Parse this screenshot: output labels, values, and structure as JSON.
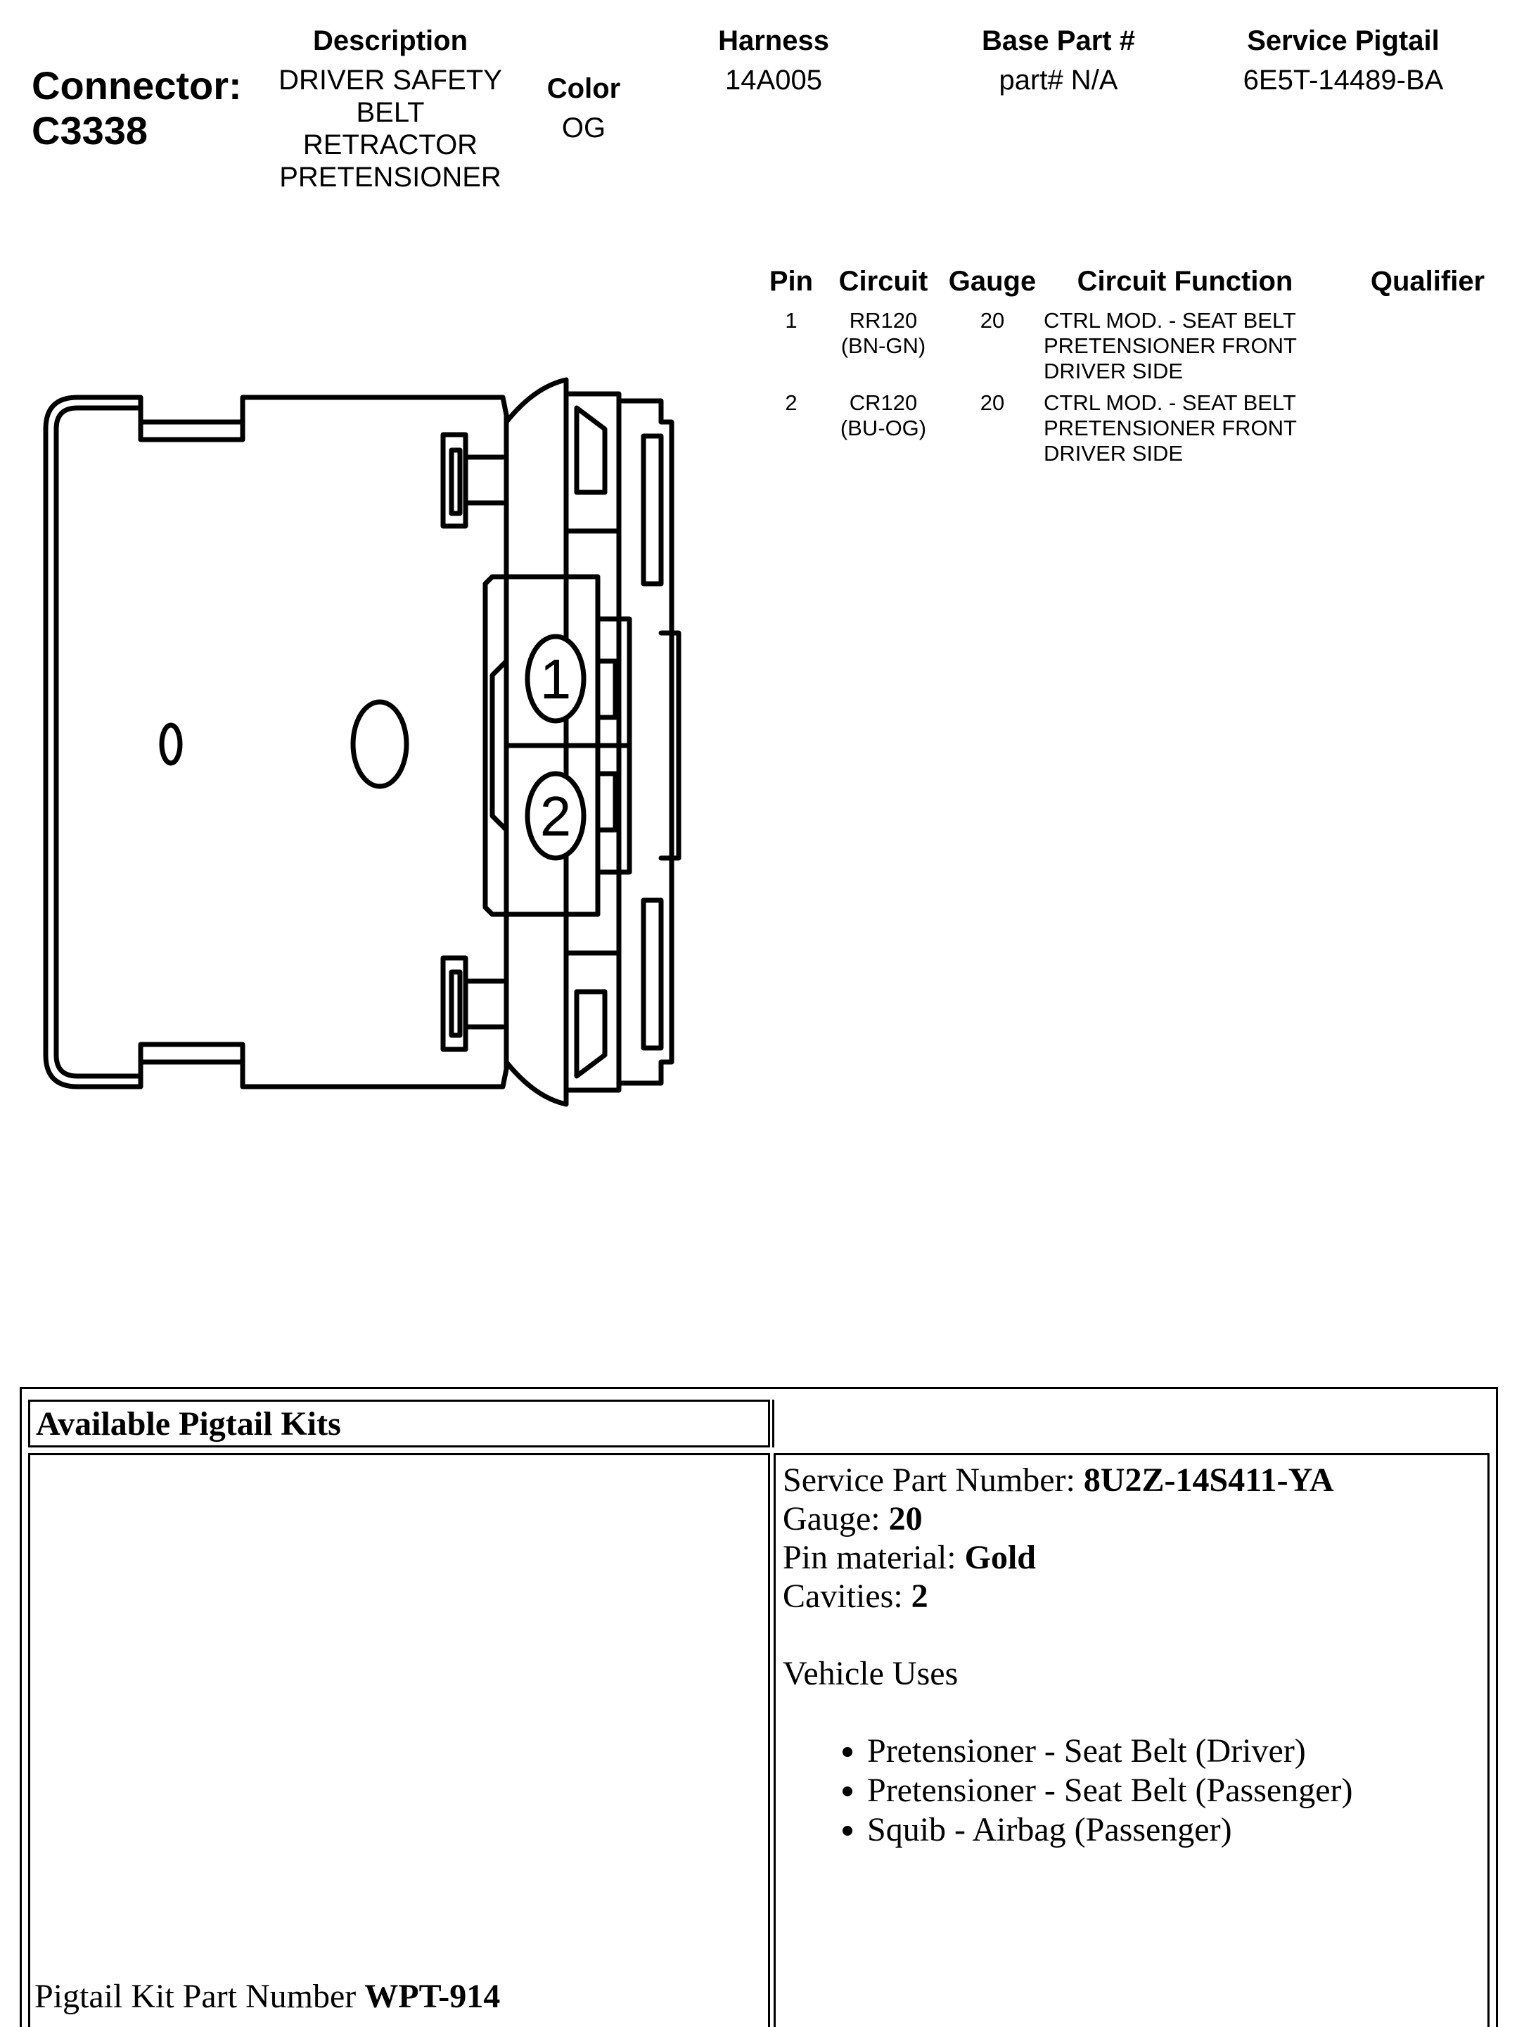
{
  "header": {
    "connector_label": "Connector:",
    "connector_id": "C3338",
    "description_heading": "Description",
    "description_lines": [
      "DRIVER SAFETY",
      "BELT",
      "RETRACTOR",
      "PRETENSIONER"
    ],
    "color_heading": "Color",
    "color_value": "OG",
    "harness_heading": "Harness",
    "harness_value": "14A005",
    "base_part_heading": "Base Part #",
    "base_part_value": "part# N/A",
    "service_pigtail_heading": "Service Pigtail",
    "service_pigtail_value": "6E5T-14489-BA"
  },
  "pin_table": {
    "columns": [
      "Pin",
      "Circuit",
      "Gauge",
      "Circuit Function",
      "Qualifier"
    ],
    "rows": [
      {
        "pin": "1",
        "circuit": "RR120",
        "circuit_color": "(BN-GN)",
        "gauge": "20",
        "function_lines": [
          "CTRL MOD. - SEAT BELT",
          "PRETENSIONER FRONT",
          "DRIVER SIDE"
        ],
        "qualifier": ""
      },
      {
        "pin": "2",
        "circuit": "CR120",
        "circuit_color": "(BU-OG)",
        "gauge": "20",
        "function_lines": [
          "CTRL MOD. - SEAT BELT",
          "PRETENSIONER FRONT",
          "DRIVER SIDE"
        ],
        "qualifier": ""
      }
    ]
  },
  "diagram": {
    "pin_labels": [
      "1",
      "2"
    ]
  },
  "pigtail_kits": {
    "title": "Available Pigtail Kits",
    "kit_part_label": "Pigtail Kit Part Number ",
    "kit_part_value": "WPT-914",
    "service_part_label": "Service Part Number: ",
    "service_part_value": "8U2Z-14S411-YA",
    "gauge_label": "Gauge: ",
    "gauge_value": "20",
    "pin_material_label": "Pin material: ",
    "pin_material_value": "Gold",
    "cavities_label": "Cavities: ",
    "cavities_value": "2",
    "vehicle_uses_heading": "Vehicle Uses",
    "vehicle_uses": [
      "Pretensioner - Seat Belt (Driver)",
      "Pretensioner - Seat Belt (Passenger)",
      "Squib - Airbag (Passenger)"
    ]
  }
}
